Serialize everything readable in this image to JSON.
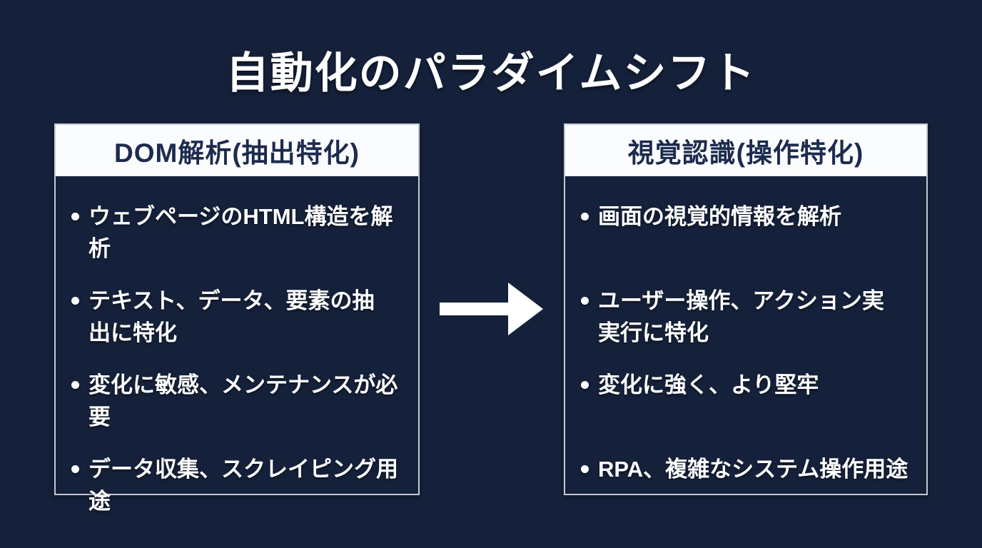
{
  "slide": {
    "title": "自動化のパラダイムシフト",
    "colors": {
      "background": "#15213A",
      "panel_header_bg": "#FBFCFD",
      "panel_header_text": "#1C2B4E",
      "panel_border": "#C3C9D4",
      "body_text": "#FFFFFF",
      "arrow": "#FFFFFF"
    },
    "left_panel": {
      "header": "DOM解析(抽出特化)",
      "bullets": [
        "ウェブページのHTML構造を解\n析",
        "テキスト、データ、要素の抽\n出に特化",
        "変化に敏感、メンテナンスが必\n要",
        "データ収集、スクレイピング用\n途"
      ]
    },
    "arrow": {
      "direction": "right"
    },
    "right_panel": {
      "header": "視覚認識(操作特化)",
      "bullets": [
        "画面の視覚的情報を解析",
        "ユーザー操作、アクション実\n実行に特化",
        "変化に強く、より堅牢",
        "RPA、複雑なシステム操作用途"
      ]
    }
  }
}
